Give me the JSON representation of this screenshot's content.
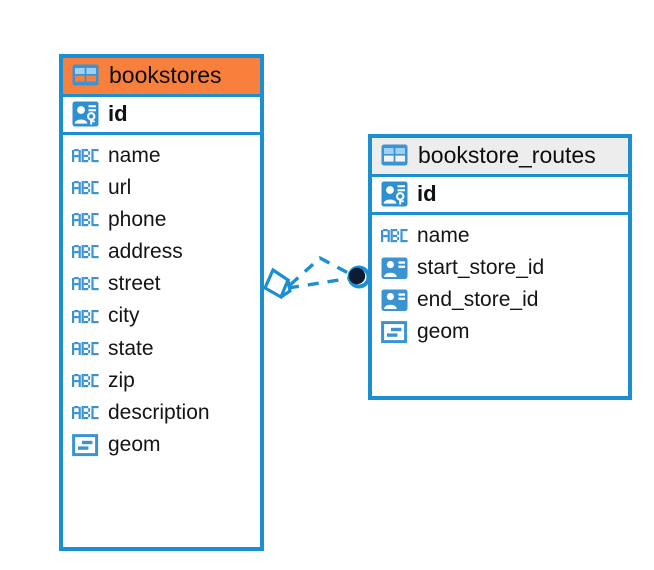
{
  "diagram": {
    "title": "database-er-diagram",
    "background": "#ffffff",
    "accent": "#1b8fd0",
    "highlight": "#f8803c",
    "header_grey": "#ededed"
  },
  "entities": [
    {
      "id": "bookstores",
      "name": "bookstores",
      "header_style": "orange",
      "header_icon": "table-icon",
      "primary_key": {
        "name": "id",
        "icon": "primary-key-icon"
      },
      "fields": [
        {
          "name": "name",
          "icon": "text-type-icon"
        },
        {
          "name": "url",
          "icon": "text-type-icon"
        },
        {
          "name": "phone",
          "icon": "text-type-icon"
        },
        {
          "name": "address",
          "icon": "text-type-icon"
        },
        {
          "name": "street",
          "icon": "text-type-icon"
        },
        {
          "name": "city",
          "icon": "text-type-icon"
        },
        {
          "name": "state",
          "icon": "text-type-icon"
        },
        {
          "name": "zip",
          "icon": "text-type-icon"
        },
        {
          "name": "description",
          "icon": "text-type-icon"
        },
        {
          "name": "geom",
          "icon": "geometry-type-icon"
        }
      ]
    },
    {
      "id": "bookstore_routes",
      "name": "bookstore_routes",
      "header_style": "grey",
      "header_icon": "table-icon",
      "primary_key": {
        "name": "id",
        "icon": "primary-key-icon"
      },
      "fields": [
        {
          "name": "name",
          "icon": "text-type-icon"
        },
        {
          "name": "start_store_id",
          "icon": "foreign-key-icon"
        },
        {
          "name": "end_store_id",
          "icon": "foreign-key-icon"
        },
        {
          "name": "geom",
          "icon": "geometry-type-icon"
        }
      ]
    }
  ],
  "relationship": {
    "from": "bookstores",
    "to": "bookstore_routes",
    "source_marker": "hollow-diamond",
    "target_marker": "filled-circle",
    "line_style": "dashed",
    "line_color": "#1b8fd0",
    "target_color": "#0d1b33"
  }
}
